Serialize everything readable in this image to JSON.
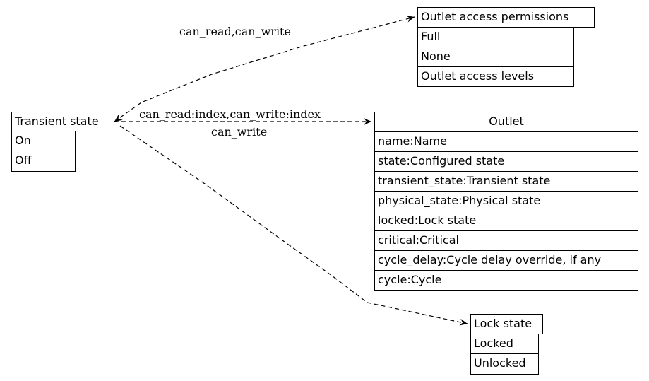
{
  "nodes": {
    "transient_state": {
      "title": "Transient state",
      "rows": [
        "On",
        "Off"
      ]
    },
    "outlet_access_permissions": {
      "title": "Outlet access permissions",
      "rows": [
        "Full",
        "None",
        "Outlet access levels"
      ]
    },
    "outlet": {
      "title": "Outlet",
      "rows": [
        "name:Name",
        "state:Configured state",
        "transient_state:Transient state",
        "physical_state:Physical state",
        "locked:Lock state",
        "critical:Critical",
        "cycle_delay:Cycle delay override, if any",
        "cycle:Cycle"
      ]
    },
    "lock_state": {
      "title": "Lock state",
      "rows": [
        "Locked",
        "Unlocked"
      ]
    }
  },
  "edges": {
    "to_permissions": "can_read,can_write",
    "to_outlet": "can_read:index,can_write:index",
    "to_lock_state": "can_write"
  }
}
